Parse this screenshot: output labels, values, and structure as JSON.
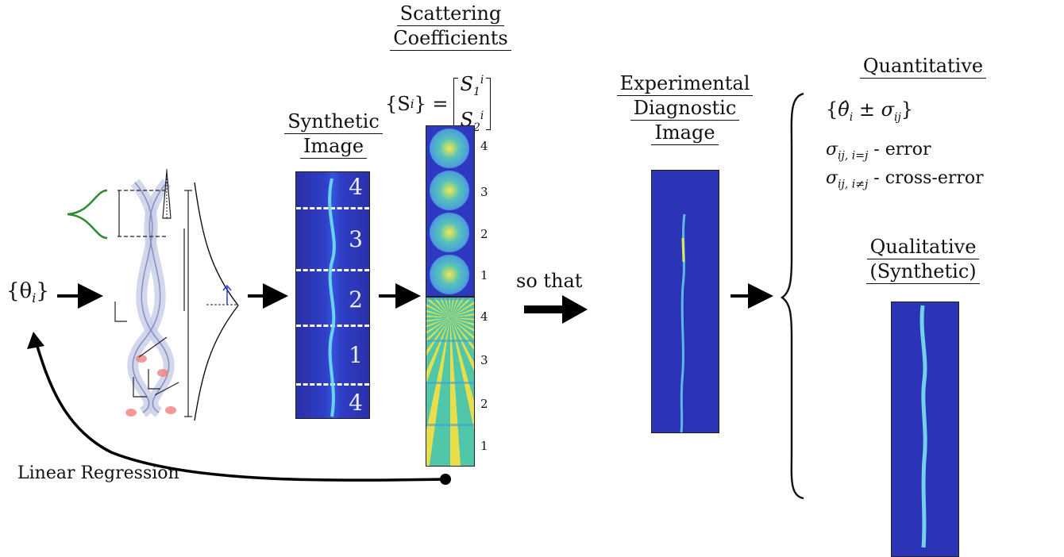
{
  "input_params": "{θ",
  "input_params_sub": "i",
  "input_params_close": "}",
  "synthetic_title": [
    "Synthetic",
    "Image"
  ],
  "synthetic_regions": [
    "4",
    "3",
    "2",
    "1",
    "4"
  ],
  "scattering_title": [
    "Scattering",
    "Coefficients"
  ],
  "scattering_eq": {
    "lhs": "{S",
    "sup": "i",
    "rhs": "} =",
    "row1": "S",
    "row1_sub": "1",
    "row1_sup": "i",
    "row2": "S",
    "row2_sub": "2",
    "row2_sup": "i"
  },
  "coef_top_labels": [
    "4",
    "3",
    "2",
    "1"
  ],
  "coef_bottom_labels": [
    "4",
    "3",
    "2",
    "1"
  ],
  "so_that": "so that",
  "experimental_title": [
    "Experimental",
    "Diagnostic",
    "Image"
  ],
  "quantitative_title": "Quantitative",
  "quant_formula": {
    "open": "{",
    "theta": "θ̂",
    "sub": "i",
    "pm": " ± σ",
    "sub2": "ij",
    "close": "}"
  },
  "error_line": {
    "sigma": "σ",
    "sub": "ij, i=j",
    "text": " - error"
  },
  "cross_error_line": {
    "sigma": "σ",
    "sub": "ij, i≠j",
    "text": " - cross-error"
  },
  "qualitative_title": [
    "Qualitative",
    "(Synthetic)"
  ],
  "regression_label": "Linear Regression",
  "colors": {
    "image_blue": "#2b33b7",
    "filament": "#6fe0f0",
    "coef_teal": "#4fc7a8",
    "green_curve": "#2e8b2e",
    "arrow": "#000000"
  }
}
